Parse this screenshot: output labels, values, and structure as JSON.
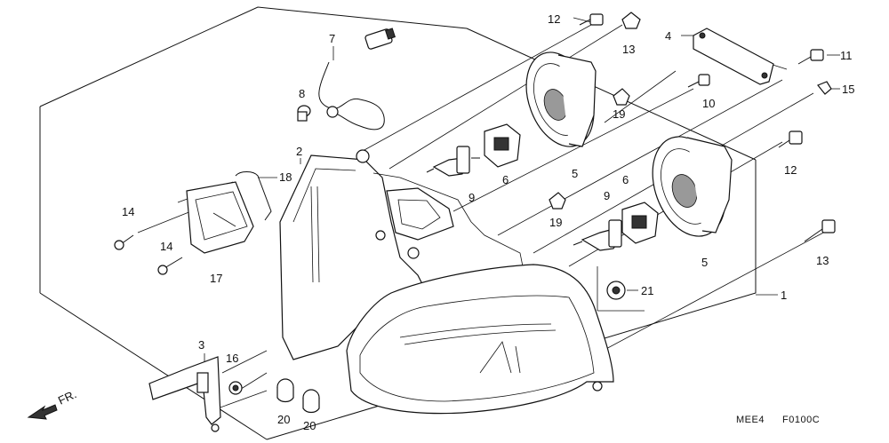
{
  "callouts": [
    "1",
    "2",
    "3",
    "4",
    "5",
    "5",
    "6",
    "6",
    "7",
    "8",
    "9",
    "9",
    "10",
    "11",
    "12",
    "12",
    "13",
    "13",
    "14",
    "14",
    "15",
    "16",
    "17",
    "18",
    "19",
    "19",
    "20",
    "20",
    "21"
  ],
  "footer": {
    "code_left": "MEE4",
    "code_right": "F0100C",
    "direction": "FR."
  }
}
